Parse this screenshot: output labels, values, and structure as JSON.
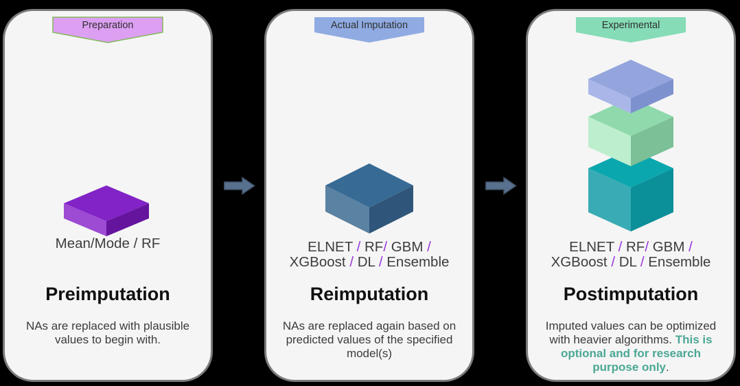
{
  "canvas": {
    "background": "#000000"
  },
  "colors": {
    "card_background": "#f5f5f5",
    "card_border": "#7b7b7b",
    "slash_color": "#9a36d9",
    "accent_teal": "#4ba795",
    "arrow_fill": "#58718e",
    "arrow_stroke": "#415266"
  },
  "cards": [
    {
      "banner": {
        "label": "Preparation",
        "fill": "#dc9ff2",
        "stroke": "#85b95c"
      },
      "icon": {
        "name": "purple-slab",
        "top": "#8123c6",
        "left": "#9c4bd2",
        "right": "#65149e"
      },
      "model_label": "Mean/Mode / RF",
      "title": "Preimputation",
      "desc_line1": "NAs are replaced with plausible",
      "desc_line2": "values to begin with."
    },
    {
      "banner": {
        "label": "Actual Imputation",
        "fill": "#8fabe2",
        "stroke": "none"
      },
      "icon": {
        "name": "steel-cube",
        "top": "#376a94",
        "left": "#5a82a2",
        "right": "#2f567a"
      },
      "models_line1": [
        "ELNET ",
        "/",
        " RF",
        "/",
        " GBM ",
        "/"
      ],
      "models_line2": [
        "XGBoost ",
        "/",
        " DL ",
        "/",
        " Ensemble"
      ],
      "title": "Reimputation",
      "desc_line1": "NAs are replaced again based on",
      "desc_line2": "predicted values of the specified",
      "desc_line3": "model(s)"
    },
    {
      "banner": {
        "label": "Experimental",
        "fill": "#85dcb6",
        "stroke": "none"
      },
      "icon": {
        "name": "stacked-cubes",
        "slab": {
          "top": "#93a5dc",
          "left": "#aab6e8",
          "right": "#7e91cf"
        },
        "green": {
          "top": "#8fd9ac",
          "left": "#bdeecd",
          "right": "#7cc098"
        },
        "teal": {
          "top": "#0ba7ae",
          "left": "#39abb4",
          "right": "#0b8f99"
        }
      },
      "models_line1": [
        "ELNET ",
        "/",
        " RF",
        "/",
        " GBM ",
        "/"
      ],
      "models_line2": [
        "XGBoost ",
        "/",
        " DL ",
        "/",
        " Ensemble"
      ],
      "title": "Postimputation",
      "desc_line1": "Imputed values can be optimized",
      "desc_line2_plain": "with heavier algorithms. ",
      "desc_line2_accent": "This is",
      "desc_line3_accent": "optional and for research",
      "desc_line4_accent": "purpose only",
      "desc_line4_suffix": "."
    }
  ],
  "arrows": {
    "fill": "#58718e",
    "stroke": "#415266"
  }
}
